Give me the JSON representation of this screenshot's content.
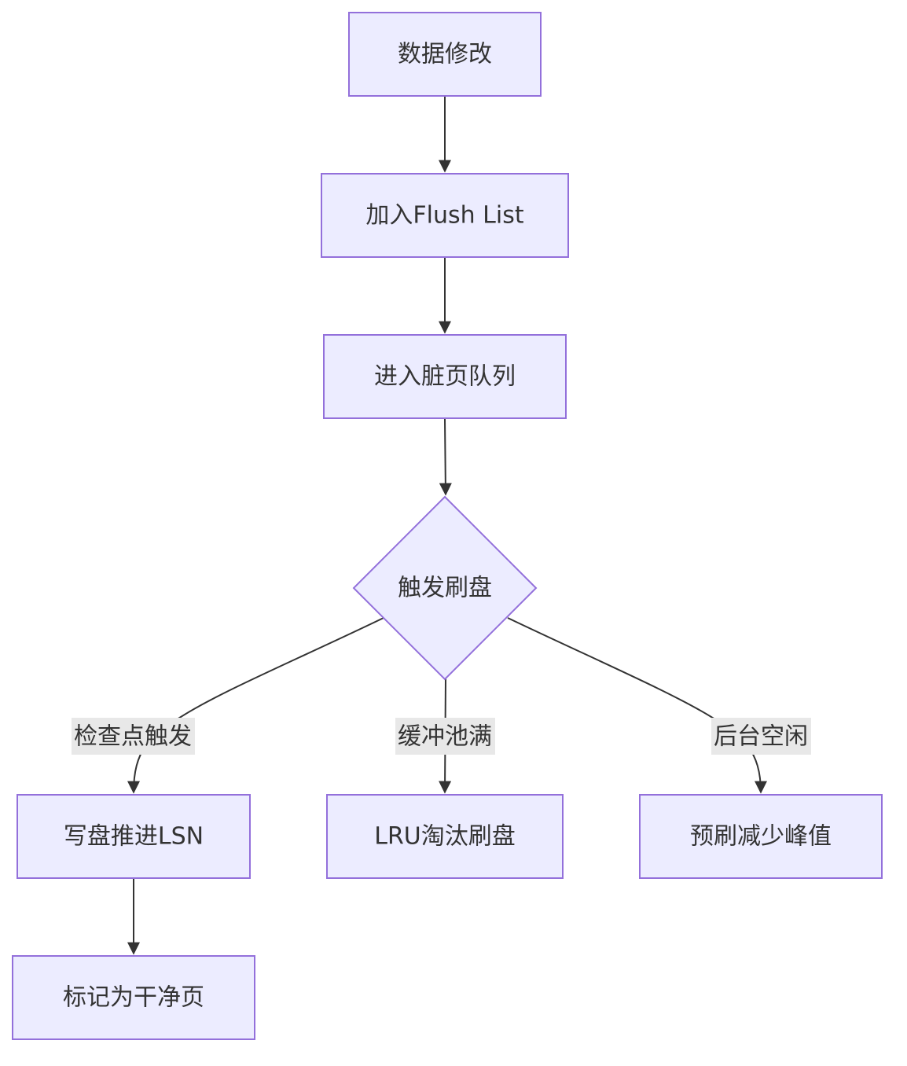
{
  "colors": {
    "node_fill": "#ECECFF",
    "node_stroke": "#9370DB",
    "edge": "#333333",
    "label_bg": "#E8E8E8",
    "text": "#333333"
  },
  "nodes": {
    "data_modify": "数据修改",
    "add_flush_list": "加入Flush List",
    "dirty_queue": "进入脏页队列",
    "trigger_flush": "触发刷盘",
    "write_advance_lsn": "写盘推进LSN",
    "lru_evict_flush": "LRU淘汰刷盘",
    "preflush_reduce_peak": "预刷减少峰值",
    "mark_clean": "标记为干净页"
  },
  "edge_labels": {
    "checkpoint": "检查点触发",
    "buffer_full": "缓冲池满",
    "background_idle": "后台空闲"
  }
}
